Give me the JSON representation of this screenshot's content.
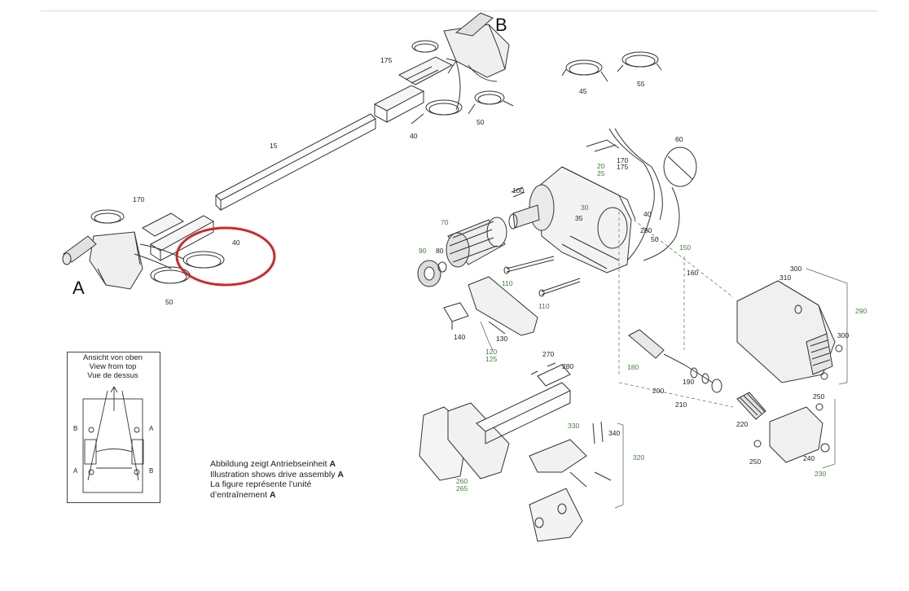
{
  "assembly_labels": {
    "left": "A",
    "right": "B"
  },
  "view_box": {
    "title_lines": [
      "Ansicht von oben",
      "View from top",
      "Vue de dessus"
    ],
    "side_labels": [
      "B",
      "A",
      "A",
      "B"
    ]
  },
  "caption": {
    "lines": [
      {
        "text": "Abbildung zeigt Antriebseinheit ",
        "bold": "A"
      },
      {
        "text": "Illustration shows drive assembly ",
        "bold": "A"
      },
      {
        "text": "La figure représente l’unité",
        "bold": ""
      },
      {
        "text": "d’entraînement ",
        "bold": "A"
      }
    ]
  },
  "highlight_color": "#cc2a2a",
  "label_colors": {
    "black": "#222222",
    "green": "#3f7f3a"
  },
  "part_labels": [
    "175",
    "40",
    "50",
    "15",
    "170",
    "40",
    "50",
    "45",
    "55",
    "60",
    "170",
    "175",
    "20",
    "25",
    "100",
    "30",
    "35",
    "40",
    "280",
    "50",
    "150",
    "160",
    "70",
    "90",
    "80",
    "110",
    "110",
    "140",
    "130",
    "120",
    "125",
    "300",
    "310",
    "290",
    "300",
    "180",
    "270",
    "280",
    "200",
    "190",
    "210",
    "220",
    "250",
    "250",
    "240",
    "230",
    "330",
    "340",
    "320",
    "260",
    "265"
  ]
}
